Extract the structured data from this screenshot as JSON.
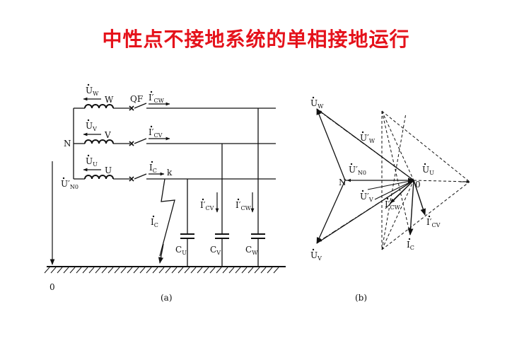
{
  "title": "中性点不接地系统的单相接地运行",
  "circuit": {
    "phase_w": "W",
    "phase_v": "V",
    "phase_u": "U",
    "neutral": "N",
    "switch": "QF",
    "fault_point": "k",
    "ground": "0",
    "caption": "(a)",
    "u_w": {
      "main": "U",
      "sub": "W"
    },
    "u_v": {
      "main": "U",
      "sub": "V"
    },
    "u_u": {
      "main": "U",
      "sub": "U"
    },
    "u_n0": {
      "main": "U′",
      "sub": "N0"
    },
    "i_cw_top": {
      "main": "I′",
      "sub": "CW"
    },
    "i_cv_top": {
      "main": "I′",
      "sub": "CV"
    },
    "i_c_top": {
      "main": "I",
      "sub": "C"
    },
    "i_c_fault": {
      "main": "I",
      "sub": "C"
    },
    "i_cv_down": {
      "main": "I′",
      "sub": "CV"
    },
    "i_cw_down": {
      "main": "I′",
      "sub": "CW"
    },
    "c_u": {
      "main": "C",
      "sub": "U"
    },
    "c_v": {
      "main": "C",
      "sub": "V"
    },
    "c_w": {
      "main": "C",
      "sub": "W"
    }
  },
  "phasor": {
    "caption": "(b)",
    "neutral": "N",
    "origin": "0",
    "u_w": {
      "main": "U",
      "sub": "W"
    },
    "u_v": {
      "main": "U",
      "sub": "V"
    },
    "u_u": {
      "main": "U",
      "sub": "U"
    },
    "u_n0": {
      "main": "U′",
      "sub": "N0"
    },
    "up_w": {
      "main": "U′",
      "sub": "W"
    },
    "up_v": {
      "main": "U′",
      "sub": "V"
    },
    "ip_cw": {
      "main": "I′",
      "sub": "CW"
    },
    "ip_cv": {
      "main": "I′",
      "sub": "CV"
    },
    "i_c": {
      "main": "I",
      "sub": "C"
    }
  }
}
